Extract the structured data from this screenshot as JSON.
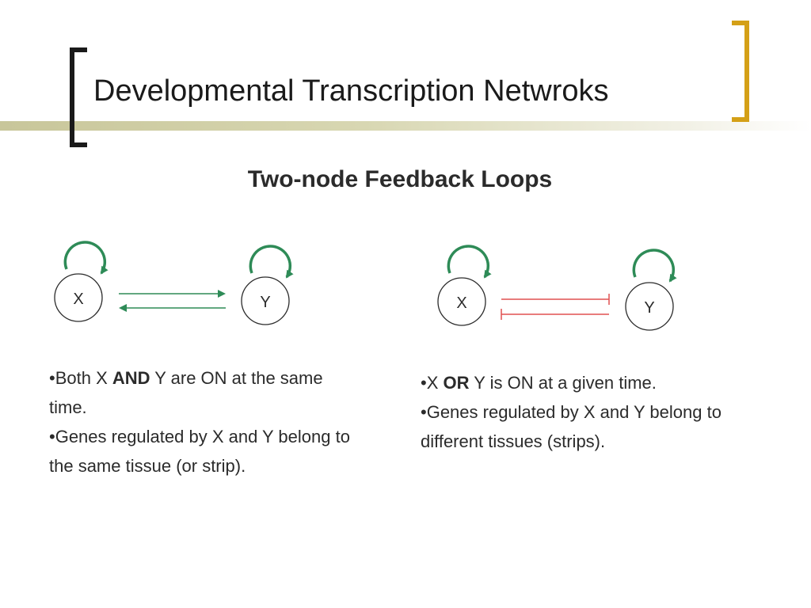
{
  "slide": {
    "title": "Developmental Transcription Netwroks",
    "subtitle": "Two-node Feedback Loops"
  },
  "left_diagram": {
    "node_x": "X",
    "node_y": "Y",
    "edge_color": "#2e8b57",
    "interaction": "mutual activation"
  },
  "right_diagram": {
    "node_x": "X",
    "node_y": "Y",
    "self_loop_color": "#2e8b57",
    "edge_color": "#e05050",
    "interaction": "mutual repression"
  },
  "left_text": {
    "line1_pre": "•Both X ",
    "line1_bold": "AND",
    "line1_post": " Y are ON at the same time.",
    "line2": "•Genes regulated by X and Y belong to the same tissue (or strip)."
  },
  "right_text": {
    "line1_pre": "•X ",
    "line1_bold": "OR",
    "line1_post": " Y is ON at a given time.",
    "line2": "•Genes regulated by X and Y belong to different tissues (strips)."
  },
  "colors": {
    "bracket_left": "#1a1a1a",
    "bracket_right": "#d4a017",
    "activation": "#2e8b57",
    "repression": "#e05050"
  }
}
